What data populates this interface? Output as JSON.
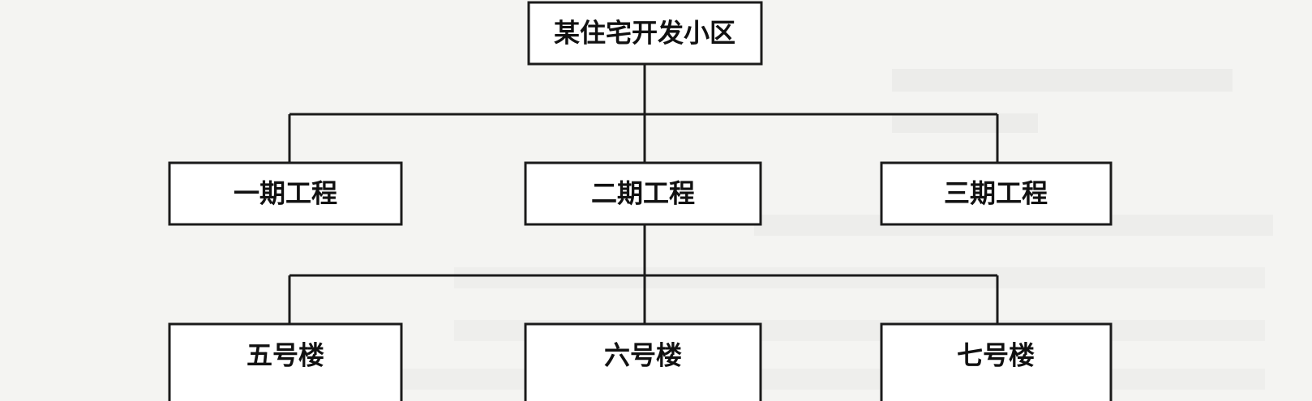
{
  "diagram": {
    "root": {
      "label": "某住宅开发小区"
    },
    "phases": [
      {
        "label": "一期工程"
      },
      {
        "label": "二期工程"
      },
      {
        "label": "三期工程"
      }
    ],
    "buildings": [
      {
        "label": "五号楼"
      },
      {
        "label": "六号楼"
      },
      {
        "label": "七号楼"
      }
    ]
  },
  "colors": {
    "line": "#1b1b1b",
    "box_fill": "#ffffff",
    "background": "#f4f4f2"
  }
}
